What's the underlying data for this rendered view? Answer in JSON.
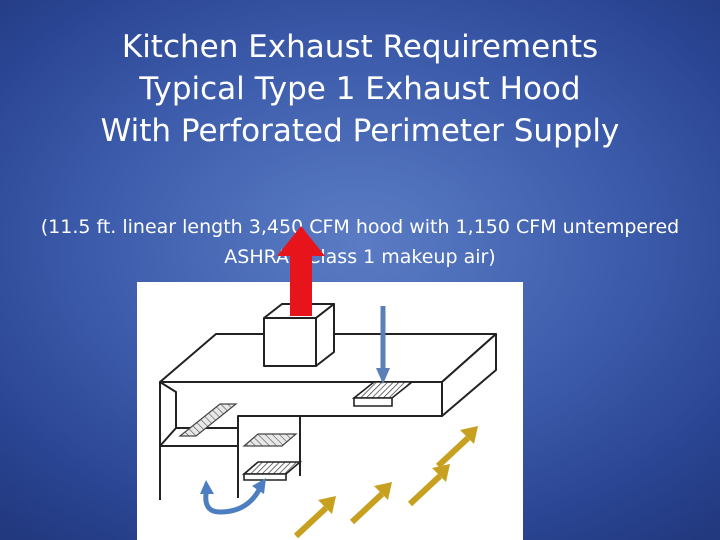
{
  "slide": {
    "title_lines": [
      "Kitchen Exhaust Requirements",
      "Typical Type 1 Exhaust Hood",
      "With Perforated Perimeter Supply"
    ],
    "subtitle_lines": [
      "(11.5 ft. linear length 3,450 CFM hood with 1,150 CFM untempered",
      "ASHRAE Class 1 makeup air)"
    ]
  },
  "colors": {
    "background": "#3f5fae",
    "text": "#ffffff",
    "exhaust_arrow": "#e8141c",
    "supply_arrow": "#5b7fb8",
    "makeup_air_arrows": "#c8a020",
    "recirculation_arrow": "#4d7fc0",
    "hood_outline": "#222222"
  }
}
